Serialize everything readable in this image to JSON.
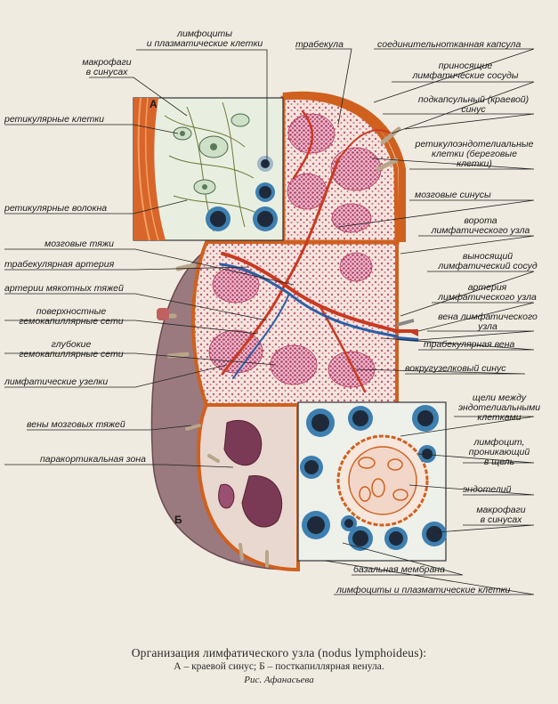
{
  "labels": {
    "lymphocytes_plasma_top": "лимфоциты\nи плазматические клетки",
    "macrophages_sinus_top": "макрофаги\nв синусах",
    "trabecula": "трабекула",
    "capsule": "соединительнотканная капсула",
    "afferent_vessels": "приносящие\nлимфатические сосуды",
    "subcapsular_sinus": "подкапсульный (краевой)\nсинус",
    "reticular_cells": "ретикулярные клетки",
    "reticuloendothelial": "ретикулоэндотелиальные\nклетки (береговые\nклетки)",
    "reticular_fibers": "ретикулярные волокна",
    "medullary_sinuses": "мозговые синусы",
    "hilum": "ворота\nлимфатического узла",
    "medullary_cords": "мозговые тяжи",
    "efferent_vessel": "выносящий\nлимфатический сосуд",
    "trabecular_artery": "трабекулярная артерия",
    "node_artery": "артерия\nлимфатического узла",
    "cord_arteries": "артерии мякотных тяжей",
    "node_vein": "вена лимфатического\nузла",
    "superficial_capillaries": "поверхностные\nгемокапиллярные сети",
    "trabecular_vein": "трабекулярная вена",
    "deep_capillaries": "глубокие\nгемокапиллярные сети",
    "perinodular_sinus": "вокругузелковый синус",
    "lymph_nodules": "лимфатические узелки",
    "endothelial_slits": "щели между\nэндотелиальными\nклетками",
    "medullary_cord_veins": "вены мозговых тяжей",
    "lymphocyte_entering": "лимфоцит,\nпроникающий\nв щель",
    "paracortical_zone": "паракортикальная зона",
    "endothelium": "эндотелий",
    "macrophages_sinus_bottom": "макрофаги\nв синусах",
    "basement_membrane": "базальная мембрана",
    "lymphocytes_plasma_bottom": "лимфоциты и плазматические клетки"
  },
  "tags": {
    "a": "А",
    "b": "Б"
  },
  "caption": {
    "title": "Организация лимфатического узла (nodus lymphoideus):",
    "subtitle": "А – краевой синус; Б – посткапиллярная венула.",
    "author": "Рис. Афанасьева"
  },
  "colors": {
    "background": "#f0ebe0",
    "tissue_pink": "#d98a95",
    "artery_red": "#c83a22",
    "vein_blue": "#2a5fa8",
    "capsule_orange": "#d0601e",
    "cell_blue": "#3d7fb0",
    "nucleus_dark": "#1e2a3a",
    "leader_line": "#222222"
  }
}
